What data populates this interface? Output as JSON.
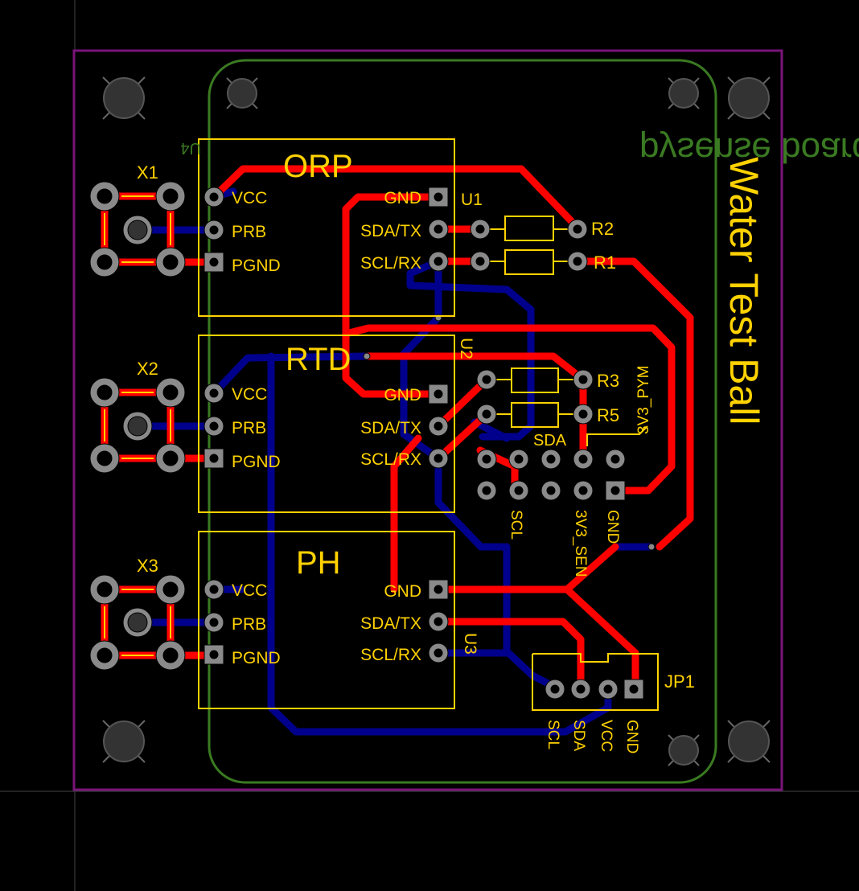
{
  "board": {
    "title": "Water Test Ball",
    "mirrored_text": "pysense board",
    "author": "alexusmn",
    "ref_u4": "U4"
  },
  "modules": {
    "orp": {
      "name": "ORP",
      "ref": "U1"
    },
    "rtd": {
      "name": "RTD",
      "ref": "U2"
    },
    "ph": {
      "name": "PH",
      "ref": "U3"
    }
  },
  "pins_left": {
    "vcc": "VCC",
    "prb": "PRB",
    "pgnd": "PGND"
  },
  "pins_right": {
    "gnd": "GND",
    "sda": "SDA/TX",
    "scl": "SCL/RX"
  },
  "connectors": {
    "x1": "X1",
    "x2": "X2",
    "x3": "X3"
  },
  "resistors": {
    "r1": "R1",
    "r2": "R2",
    "r3": "R3",
    "r5": "R5"
  },
  "header": {
    "sda": "SDA",
    "scl": "SCL",
    "sen": "3V3_SEN",
    "gnd": "GND",
    "pym": "3V3_PYM"
  },
  "jp1": {
    "ref": "JP1",
    "pins": [
      "SCL",
      "SDA",
      "VCC",
      "GND"
    ]
  },
  "colors": {
    "background": "#000000",
    "top_copper": "#ff0000",
    "bottom_copper": "#00008c",
    "silkscreen": "#ffd200",
    "outline": "#7a147a",
    "keepout": "#3a7a22",
    "pad": "#8a8a8a"
  }
}
